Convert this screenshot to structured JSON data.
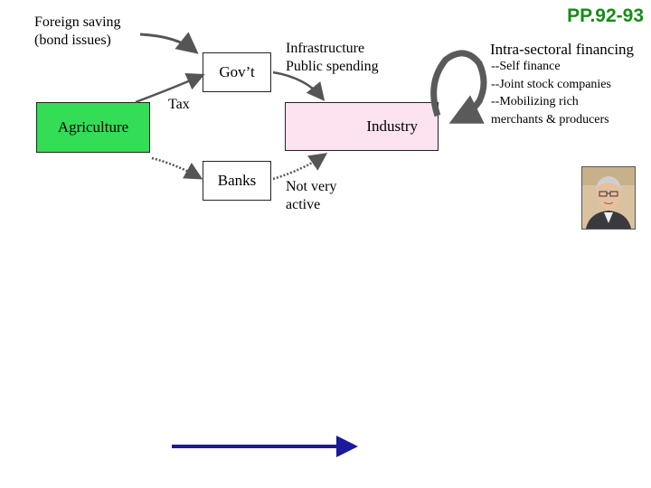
{
  "page_ref": "PP.92-93",
  "foreign_saving": [
    "Foreign saving",
    "(bond issues)"
  ],
  "govt_label": "Gov’t",
  "infrastructure": [
    "Infrastructure",
    "Public spending"
  ],
  "intra_title": "Intra-sectoral financing",
  "intra_items": [
    "--Self finance",
    "--Joint stock companies",
    "--Mobilizing rich",
    "merchants & producers"
  ],
  "tax_label": "Tax",
  "agriculture_label": "Agriculture",
  "industry_label": "Industry",
  "banks_label": "Banks",
  "not_very_active": [
    "Not very",
    "active"
  ],
  "colors": {
    "agriculture": "#33dd55",
    "industry": "#fde2f0",
    "page_ref": "#1a8a1a",
    "bottom_arrow": "#1a1a9a"
  }
}
